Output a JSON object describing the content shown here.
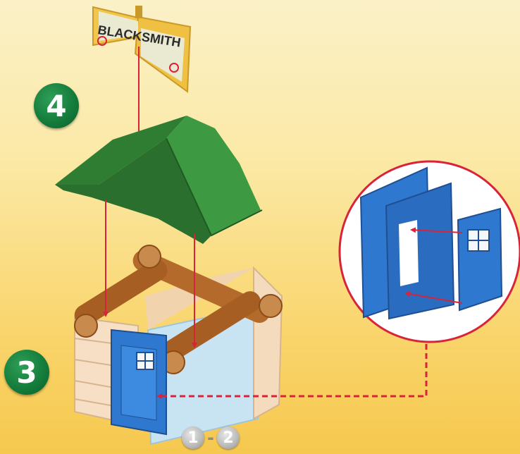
{
  "sign": {
    "text": "BLACKSMITH"
  },
  "steps": {
    "upper": "4",
    "lower": "3"
  },
  "page_refs": {
    "first": "1",
    "separator": "-",
    "second": "2"
  },
  "colors": {
    "background_top": "#fbf1c8",
    "background_bottom": "#f6c84e",
    "roof_green": "#2f7d33",
    "log_brown": "#b36a2b",
    "door_blue": "#2f78cf",
    "guide_red": "#d9233a",
    "badge_green": "#137a3a"
  }
}
